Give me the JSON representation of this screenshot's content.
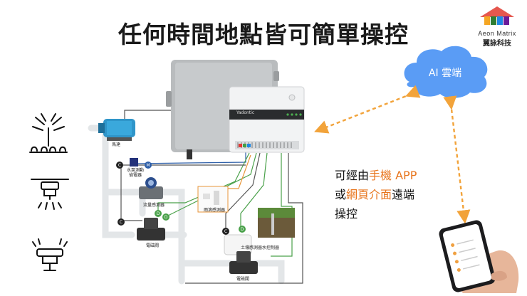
{
  "title": "任何時間地點皆可簡單操控",
  "logo": {
    "name_en": "Aeon Matrix",
    "name_zh": "翼詠科技",
    "colors": [
      "#e03a2f",
      "#f5a623",
      "#2e7d32",
      "#1e88e5",
      "#6a1b9a"
    ]
  },
  "cloud": {
    "label": "AI 雲端",
    "color": "#5a9cf5"
  },
  "caption": {
    "line1_prefix": "可經由",
    "line1_accent": "手機 APP",
    "line2_prefix": "或",
    "line2_accent": "網頁介面",
    "line2_suffix": "遠端",
    "line3": "操控",
    "accent_color": "#e8761e"
  },
  "controller": {
    "brand": "Yadontic"
  },
  "components": {
    "pump": "馬達",
    "pump_sensor": "水泵測動偵電器",
    "flow_sensor": "流量感測器",
    "rain_sensor": "雨滴感測器",
    "valve_1": "電磁閥",
    "valve_2": "電磁閥",
    "soil_sensor": "土壤感測器水控制器"
  },
  "badges": {
    "common": "C",
    "motor": "M",
    "data": "D"
  },
  "icons": [
    "sprinkler-icon",
    "overhead-sprinkler-icon",
    "mist-nozzle-icon",
    "smartphone-icon"
  ]
}
